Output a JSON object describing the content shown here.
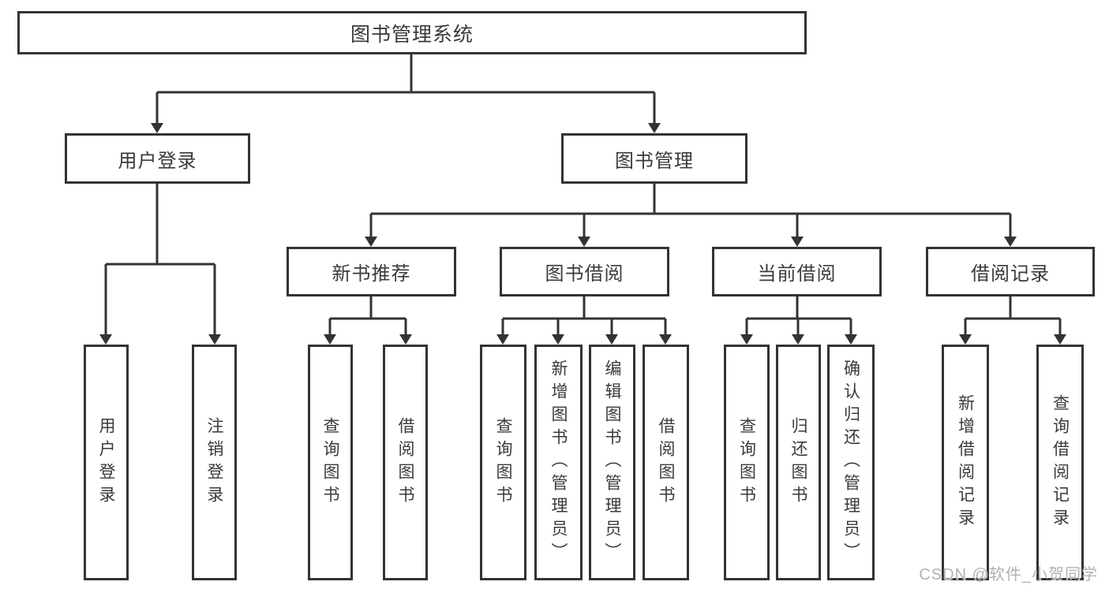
{
  "diagram": {
    "root": {
      "label": "图书管理系统",
      "children": {
        "user_login": {
          "label": "用户登录",
          "children": {
            "login": {
              "label": "用户登录"
            },
            "logout": {
              "label": "注销登录"
            }
          }
        },
        "book_management": {
          "label": "图书管理",
          "children": {
            "new_book_recommend": {
              "label": "新书推荐",
              "children": {
                "query_books": {
                  "label": "查询图书"
                },
                "borrow_books": {
                  "label": "借阅图书"
                }
              }
            },
            "book_borrow": {
              "label": "图书借阅",
              "children": {
                "query_books": {
                  "label": "查询图书"
                },
                "add_book_admin": {
                  "label": "新增图书（管理员）"
                },
                "edit_book_admin": {
                  "label": "编辑图书（管理员）"
                },
                "borrow_books": {
                  "label": "借阅图书"
                }
              }
            },
            "current_borrow": {
              "label": "当前借阅",
              "children": {
                "query_books": {
                  "label": "查询图书"
                },
                "return_book": {
                  "label": "归还图书"
                },
                "confirm_return_admin": {
                  "label": "确认归还（管理员）"
                }
              }
            },
            "borrow_records": {
              "label": "借阅记录",
              "children": {
                "add_record": {
                  "label": "新增借阅记录"
                },
                "query_record": {
                  "label": "查询借阅记录"
                }
              }
            }
          }
        }
      }
    }
  },
  "watermark": {
    "text": "CSDN @软件_小贺同学"
  },
  "colors": {
    "line": "#333333",
    "box_border": "#333333",
    "text": "#3a3a3a",
    "watermark": "#b2b2b2",
    "background": "#ffffff"
  }
}
